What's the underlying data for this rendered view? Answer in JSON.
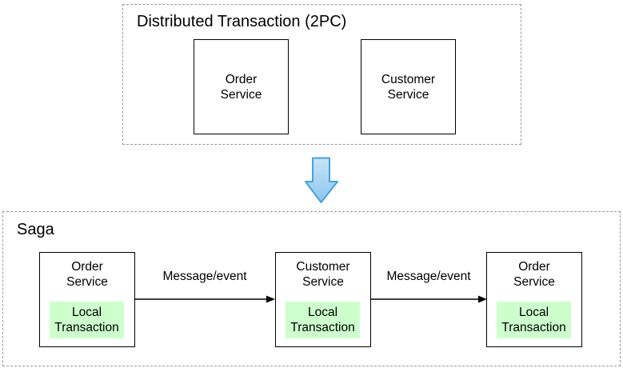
{
  "diagram": {
    "pc_section": {
      "title": "Distributed Transaction (2PC)",
      "services": [
        {
          "name_line1": "Order",
          "name_line2": "Service"
        },
        {
          "name_line1": "Customer",
          "name_line2": "Service"
        }
      ]
    },
    "transform": {
      "icon": "down-arrow"
    },
    "saga_section": {
      "title": "Saga",
      "services": [
        {
          "name_line1": "Order",
          "name_line2": "Service",
          "local_line1": "Local",
          "local_line2": "Transaction"
        },
        {
          "name_line1": "Customer",
          "name_line2": "Service",
          "local_line1": "Local",
          "local_line2": "Transaction"
        },
        {
          "name_line1": "Order",
          "name_line2": "Service",
          "local_line1": "Local",
          "local_line2": "Transaction"
        }
      ],
      "edges": [
        {
          "label": "Message/event"
        },
        {
          "label": "Message/event"
        }
      ]
    },
    "colors": {
      "local_transaction_fill": "#ccffcc",
      "arrow_fill_top": "#c7e4f7",
      "arrow_fill_bottom": "#8cc6ec",
      "arrow_stroke": "#45a1e0",
      "box_border": "#000000",
      "group_border": "#999999",
      "edge_stroke": "#000000"
    }
  }
}
